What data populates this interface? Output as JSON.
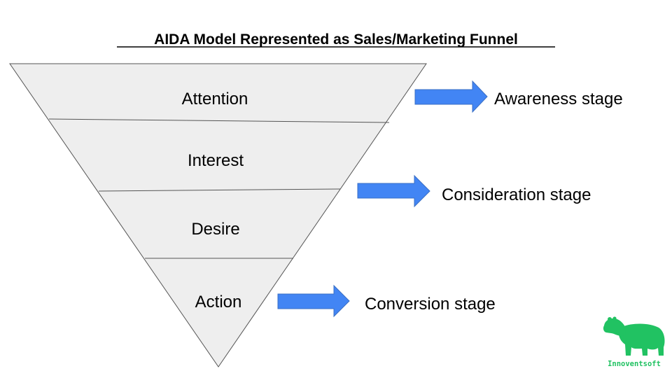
{
  "title": "AIDA Model Represented as Sales/Marketing Funnel",
  "funnel": {
    "fill_color": "#eeeeee",
    "stroke_color": "#555555",
    "stages": [
      {
        "label": "Attention"
      },
      {
        "label": "Interest"
      },
      {
        "label": "Desire"
      },
      {
        "label": "Action"
      }
    ]
  },
  "outcomes": {
    "arrow_color": "#4285f4",
    "items": [
      {
        "label": "Awareness stage"
      },
      {
        "label": "Consideration stage"
      },
      {
        "label": "Conversion stage"
      }
    ]
  },
  "brand": {
    "name": "Innoventsoft",
    "color": "#21c262",
    "icon": "polar-bear-icon"
  }
}
